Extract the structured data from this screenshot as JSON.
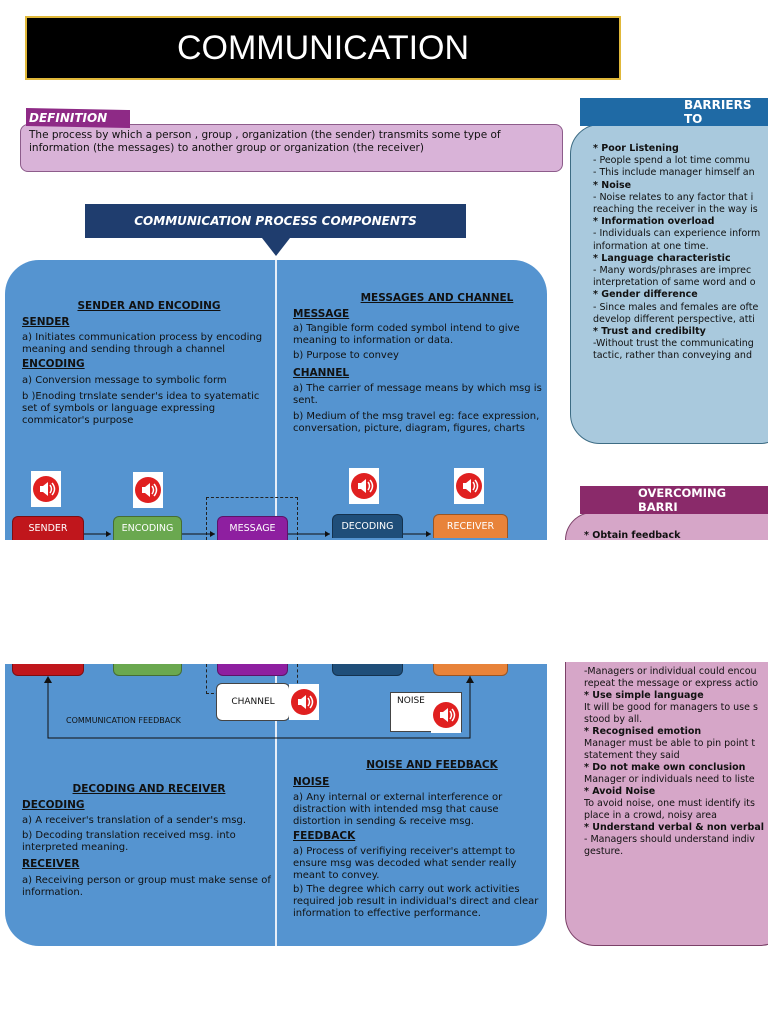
{
  "title": "COMMUNICATION",
  "definition": {
    "tag": "DEFINITION",
    "text": "The process by which a person , group , organization (the sender) transmits some type of information (the messages) to another group or organization (the receiver)"
  },
  "process_header": "COMMUNICATION PROCESS COMPONENTS",
  "sender_encoding": {
    "title": "SENDER AND ENCODING",
    "sender_label": "SENDER",
    "sender_a": "a) Initiates communication process by encoding meaning and sending through a channel",
    "encoding_label": "ENCODING",
    "encoding_a": "a) Conversion message to symbolic form",
    "encoding_b": "b )Enoding trnslate sender's idea to syatematic set of symbols or language expressing commicator's purpose"
  },
  "messages_channel": {
    "title": "MESSAGES AND CHANNEL",
    "message_label": "MESSAGE",
    "message_a": "a) Tangible form coded symbol intend to give meaning to information or data.",
    "message_b": "b) Purpose to convey",
    "channel_label": "CHANNEL",
    "channel_a": "a) The carrier of message means by which msg is sent.",
    "channel_b": "b) Medium of the msg travel eg: face expression, conversation, picture, diagram, figures, charts"
  },
  "flow": {
    "sender": "SENDER",
    "encoding": "ENCODING",
    "message": "MESSAGE",
    "decoding": "DECODING",
    "receiver": "RECEIVER",
    "channel": "CHANNEL",
    "noise": "NOISE",
    "feedback": "COMMUNICATION FEEDBACK"
  },
  "decoding_receiver": {
    "title": "DECODING AND RECEIVER",
    "decoding_label": "DECODING",
    "decoding_a": "a) A receiver's translation of a sender's msg.",
    "decoding_b": "b) Decoding translation received msg. into interpreted meaning.",
    "receiver_label": "RECEIVER",
    "receiver_a": "a) Receiving person or group must make sense of information."
  },
  "noise_feedback": {
    "title": "NOISE AND FEEDBACK",
    "noise_label": "NOISE",
    "noise_a": "a) Any internal or external interference or distraction with intended msg that cause distortion in sending & receive msg.",
    "feedback_label": "FEEDBACK",
    "feedback_a": "a) Process of verifiying receiver's attempt to ensure msg was decoded what sender really meant to convey.",
    "feedback_b": "b) The degree which carry out work activities required job result in individual's direct and clear information to effective performance."
  },
  "barriers": {
    "header": "BARRIERS TO",
    "lines": [
      {
        "t": "* Poor Listening",
        "bold": true
      },
      {
        "t": "-  People spend a lot time commu",
        "bold": false
      },
      {
        "t": "- This include manager himself an",
        "bold": false
      },
      {
        "t": "* Noise",
        "bold": true
      },
      {
        "t": "- Noise relates to any factor that i",
        "bold": false
      },
      {
        "t": "reaching the receiver in the way is",
        "bold": false
      },
      {
        "t": "* Information overload",
        "bold": true
      },
      {
        "t": "- Individuals can experience inform",
        "bold": false
      },
      {
        "t": "information at one time.",
        "bold": false
      },
      {
        "t": "* Language characteristic",
        "bold": true
      },
      {
        "t": "- Many words/phrases are imprec",
        "bold": false
      },
      {
        "t": "interpretation of same word and o",
        "bold": false
      },
      {
        "t": "* Gender difference",
        "bold": true
      },
      {
        "t": "- Since males and females are ofte",
        "bold": false
      },
      {
        "t": "develop different perspective, atti",
        "bold": false
      },
      {
        "t": "* Trust and credibilty",
        "bold": true
      },
      {
        "t": "-Without trust the communicating",
        "bold": false
      },
      {
        "t": "tactic, rather than conveying and",
        "bold": false
      }
    ]
  },
  "overcoming": {
    "header": "OVERCOMING BARRI",
    "first_line": "* Obtain feedback",
    "lines": [
      {
        "t": "-Managers or individual could encou",
        "bold": false
      },
      {
        "t": "repeat the message or express actio",
        "bold": false
      },
      {
        "t": "* Use simple language",
        "bold": true
      },
      {
        "t": "It will be good for managers to use s",
        "bold": false
      },
      {
        "t": "stood by all.",
        "bold": false
      },
      {
        "t": "* Recognised emotion",
        "bold": true
      },
      {
        "t": "Manager must be able to pin point t",
        "bold": false
      },
      {
        "t": "statement they said",
        "bold": false
      },
      {
        "t": "* Do not make own conclusion",
        "bold": true
      },
      {
        "t": "Manager or individuals need to liste",
        "bold": false
      },
      {
        "t": "* Avoid Noise",
        "bold": true
      },
      {
        "t": "To avoid noise, one must identify its",
        "bold": false
      },
      {
        "t": "place in a crowd, noisy area",
        "bold": false
      },
      {
        "t": "* Understand verbal & non verbal l",
        "bold": true
      },
      {
        "t": "- Managers should understand indiv",
        "bold": false
      },
      {
        "t": "gesture.",
        "bold": false
      }
    ]
  },
  "colors": {
    "sender": "#c0161c",
    "encoding": "#6aa84f",
    "message": "#8e1fa0",
    "decoding": "#1f4e79",
    "receiver": "#e8833a",
    "panel": "#5594d0"
  }
}
